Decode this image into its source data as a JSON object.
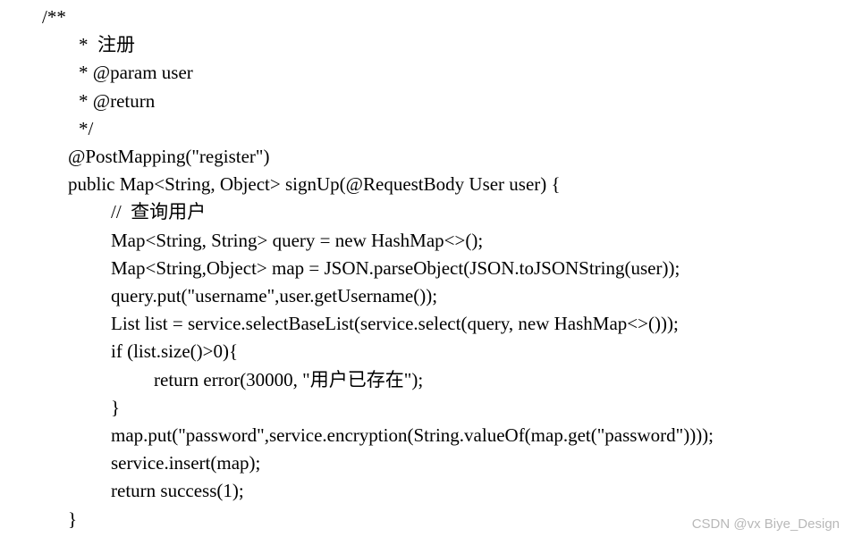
{
  "code_lines": [
    {
      "text": "/**",
      "indent": 0
    },
    {
      "text": "*  注册",
      "indent": 1
    },
    {
      "text": "* @param user",
      "indent": 1
    },
    {
      "text": "* @return",
      "indent": 1
    },
    {
      "text": "*/",
      "indent": 1
    },
    {
      "text": "@PostMapping(\"register\")",
      "indent": 2
    },
    {
      "text": "public Map<String, Object> signUp(@RequestBody User user) {",
      "indent": 2
    },
    {
      "text": "//  查询用户",
      "indent": 3
    },
    {
      "text": "Map<String, String> query = new HashMap<>();",
      "indent": 3
    },
    {
      "text": "Map<String,Object> map = JSON.parseObject(JSON.toJSONString(user));",
      "indent": 3
    },
    {
      "text": "query.put(\"username\",user.getUsername());",
      "indent": 3
    },
    {
      "text": "List list = service.selectBaseList(service.select(query, new HashMap<>()));",
      "indent": 3
    },
    {
      "text": "if (list.size()>0){",
      "indent": 3
    },
    {
      "text": "return error(30000, \"用户已存在\");",
      "indent": 4
    },
    {
      "text": "}",
      "indent": 3
    },
    {
      "text": "map.put(\"password\",service.encryption(String.valueOf(map.get(\"password\"))));",
      "indent": 3
    },
    {
      "text": "service.insert(map);",
      "indent": 3
    },
    {
      "text": "return success(1);",
      "indent": 3
    },
    {
      "text": "}",
      "indent": 2
    }
  ],
  "watermark": "CSDN @vx Biye_Design"
}
